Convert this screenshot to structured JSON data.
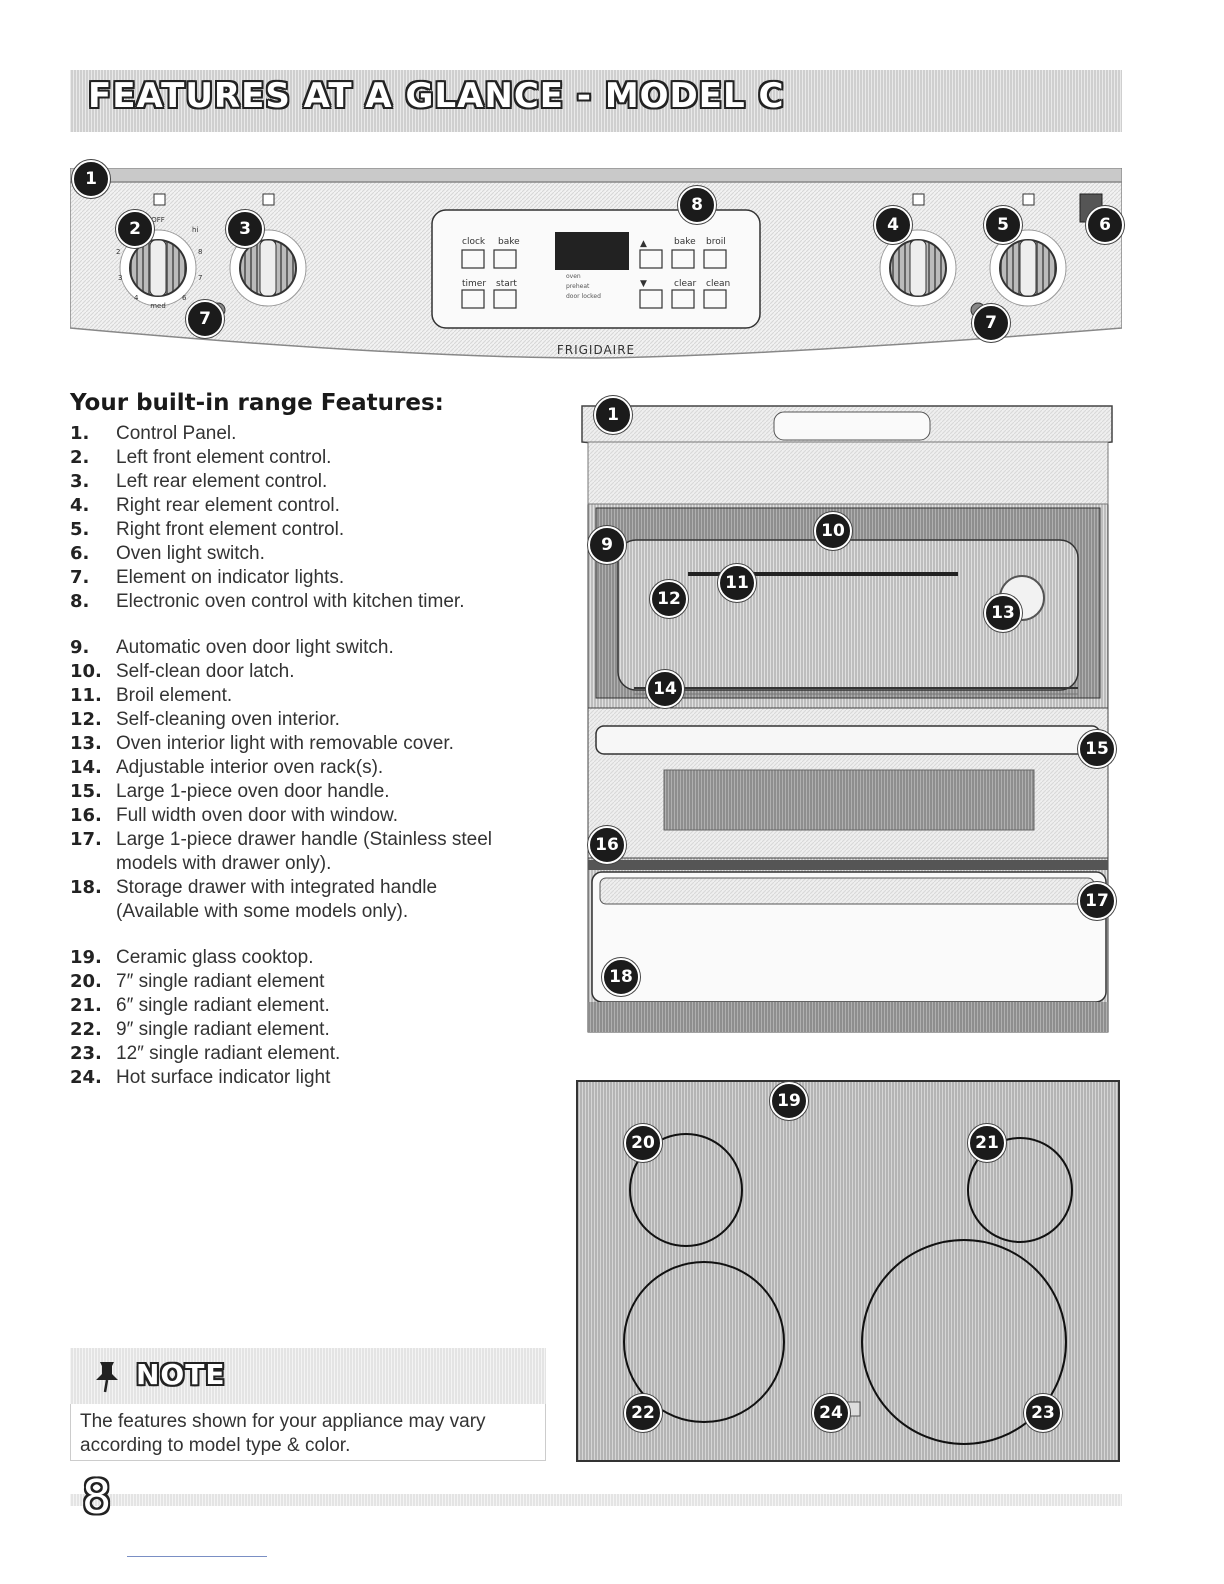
{
  "header": {
    "title": "FEATURES AT A GLANCE - MODEL C"
  },
  "control_panel": {
    "brand": "FRIGIDAIRE",
    "knob_labels": {
      "off": "OFF",
      "hi": "hi",
      "med": "med",
      "t2": "2",
      "t3": "3",
      "t4": "4",
      "t6": "6",
      "t7": "7",
      "t8": "8"
    },
    "keypad": {
      "clock": "clock",
      "bake": "bake",
      "broil": "broil",
      "timer": "timer",
      "start": "start",
      "clear": "clear",
      "clean": "clean",
      "up": "▲",
      "down": "▼",
      "oven": "oven",
      "preheat": "preheat",
      "door_locked": "door locked"
    }
  },
  "callouts": {
    "c1": "1",
    "c2": "2",
    "c3": "3",
    "c4": "4",
    "c5": "5",
    "c6": "6",
    "c7": "7",
    "c8": "8",
    "c9": "9",
    "c10": "10",
    "c11": "11",
    "c12": "12",
    "c13": "13",
    "c14": "14",
    "c15": "15",
    "c16": "16",
    "c17": "17",
    "c18": "18",
    "c19": "19",
    "c20": "20",
    "c21": "21",
    "c22": "22",
    "c23": "23",
    "c24": "24"
  },
  "features": {
    "heading": "Your built-in range Features:",
    "items": [
      {
        "num": "1.",
        "text": "Control Panel."
      },
      {
        "num": "2.",
        "text": "Left front element control."
      },
      {
        "num": "3.",
        "text": "Left rear element control."
      },
      {
        "num": "4.",
        "text": "Right rear element control."
      },
      {
        "num": "5.",
        "text": "Right front element control."
      },
      {
        "num": "6.",
        "text": "Oven light switch."
      },
      {
        "num": "7.",
        "text": "Element on indicator lights."
      },
      {
        "num": "8.",
        "text": "Electronic oven control with kitchen timer."
      },
      {
        "num": "9.",
        "text": "Automatic oven door light switch."
      },
      {
        "num": "10.",
        "text": "Self-clean door latch."
      },
      {
        "num": "11.",
        "text": "Broil element."
      },
      {
        "num": "12.",
        "text": "Self-cleaning oven interior."
      },
      {
        "num": "13.",
        "text": "Oven interior light with removable cover."
      },
      {
        "num": "14.",
        "text": "Adjustable interior oven rack(s)."
      },
      {
        "num": "15.",
        "text": "Large 1-piece oven door handle."
      },
      {
        "num": "16.",
        "text": "Full width oven door with window."
      },
      {
        "num": "17.",
        "text": "Large 1-piece drawer handle (Stainless steel models with drawer only)."
      },
      {
        "num": "18.",
        "text": "Storage drawer with integrated handle (Available with some models only)."
      },
      {
        "num": "19.",
        "text": "Ceramic glass cooktop."
      },
      {
        "num": "20.",
        "text": "7″ single radiant element"
      },
      {
        "num": "21.",
        "text": "6″ single radiant element."
      },
      {
        "num": "22.",
        "text": "9″ single radiant element."
      },
      {
        "num": "23.",
        "text": "12″ single radiant element."
      },
      {
        "num": "24.",
        "text": "Hot surface indicator light"
      }
    ]
  },
  "note": {
    "icon": "pushpin-icon",
    "title": "NOTE",
    "text": "The features shown for your appliance may vary according to model type & color."
  },
  "footer": {
    "page_number": "8"
  }
}
